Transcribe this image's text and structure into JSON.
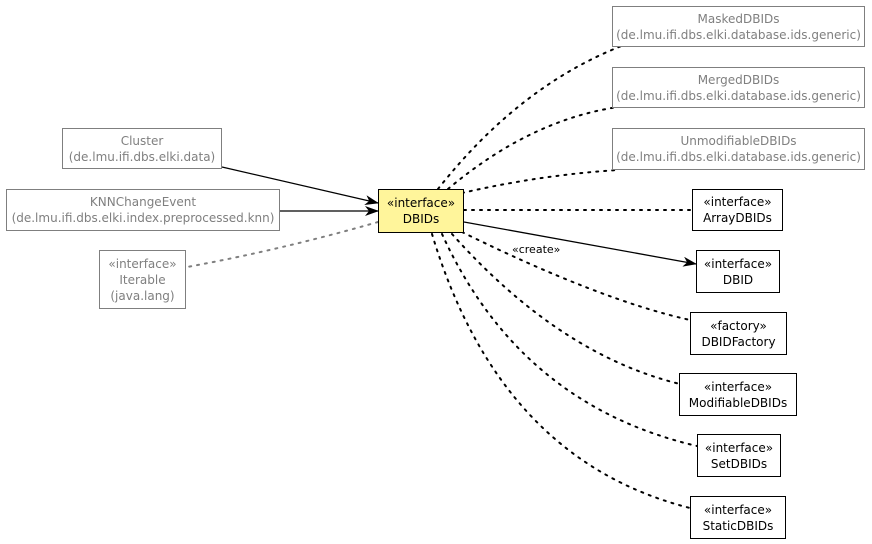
{
  "nodes": {
    "masked": {
      "line1": "MaskedDBIDs",
      "line2": "(de.lmu.ifi.dbs.elki.database.ids.generic)"
    },
    "merged": {
      "line1": "MergedDBIDs",
      "line2": "(de.lmu.ifi.dbs.elki.database.ids.generic)"
    },
    "unmodifiable": {
      "line1": "UnmodifiableDBIDs",
      "line2": "(de.lmu.ifi.dbs.elki.database.ids.generic)"
    },
    "cluster": {
      "line1": "Cluster",
      "line2": "(de.lmu.ifi.dbs.elki.data)"
    },
    "knn": {
      "line1": "KNNChangeEvent",
      "line2": "(de.lmu.ifi.dbs.elki.index.preprocessed.knn)"
    },
    "iterable": {
      "stereotype": "«interface»",
      "line1": "Iterable",
      "line2": "(java.lang)"
    },
    "dbids": {
      "stereotype": "«interface»",
      "line1": "DBIDs"
    },
    "arraydbids": {
      "stereotype": "«interface»",
      "line1": "ArrayDBIDs"
    },
    "dbid": {
      "stereotype": "«interface»",
      "line1": "DBID"
    },
    "dbidfactory": {
      "stereotype": "«factory»",
      "line1": "DBIDFactory"
    },
    "modifiable": {
      "stereotype": "«interface»",
      "line1": "ModifiableDBIDs"
    },
    "setdbids": {
      "stereotype": "«interface»",
      "line1": "SetDBIDs"
    },
    "staticdbids": {
      "stereotype": "«interface»",
      "line1": "StaticDBIDs"
    }
  },
  "edge_labels": {
    "create": "«create»"
  },
  "colors": {
    "focus_fill": "#fff59b",
    "external_border": "#7f7f7f"
  }
}
